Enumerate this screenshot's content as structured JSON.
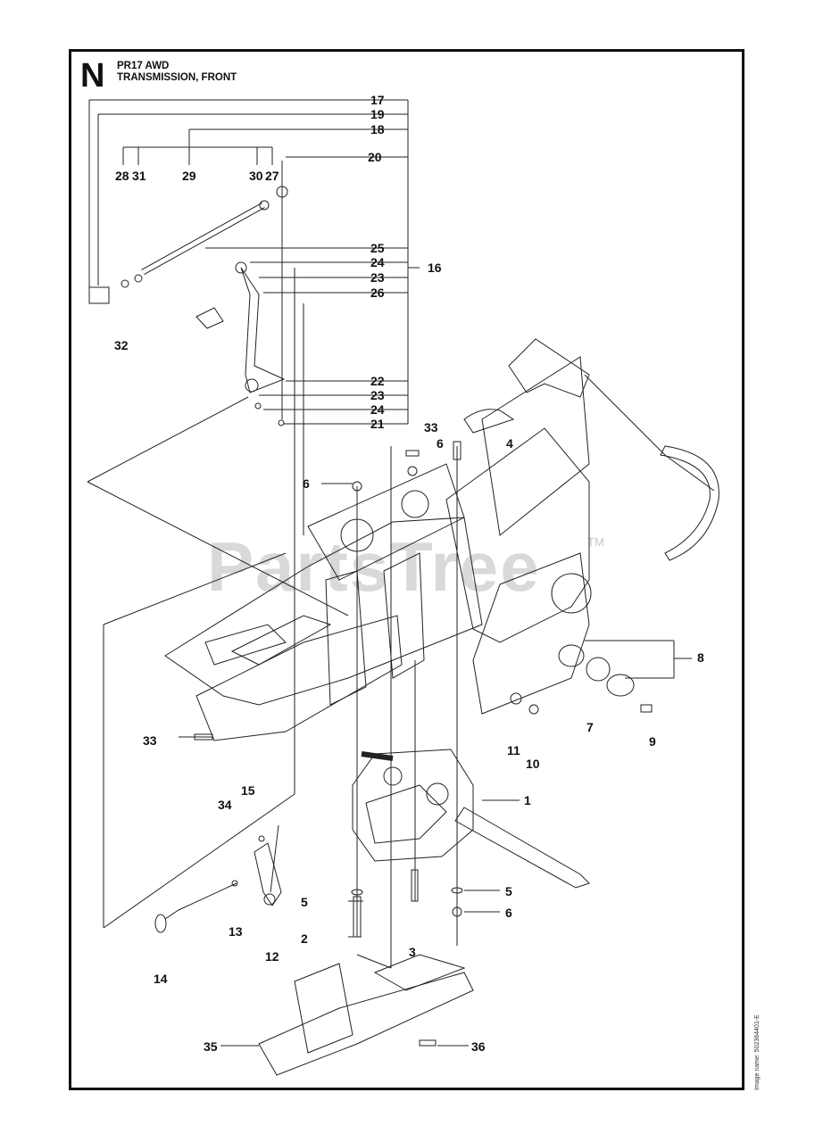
{
  "header": {
    "section_letter": "N",
    "model": "PR17 AWD",
    "subtitle": "TRANSMISSION, FRONT"
  },
  "watermark": {
    "text": "PartsTree",
    "trademark": "TM"
  },
  "image_name": "Image name: 502364401-E",
  "callouts": {
    "c1": "1",
    "c2": "2",
    "c3": "3",
    "c4": "4",
    "c5a": "5",
    "c5b": "5",
    "c6a": "6",
    "c6b": "6",
    "c6c": "6",
    "c7": "7",
    "c8": "8",
    "c9": "9",
    "c10": "10",
    "c11": "11",
    "c12": "12",
    "c13": "13",
    "c14": "14",
    "c15": "15",
    "c16": "16",
    "c17": "17",
    "c18": "18",
    "c19": "19",
    "c20": "20",
    "c21": "21",
    "c22": "22",
    "c23a": "23",
    "c23b": "23",
    "c24a": "24",
    "c24b": "24",
    "c25": "25",
    "c26": "26",
    "c27": "27",
    "c28": "28",
    "c29": "29",
    "c30": "30",
    "c31": "31",
    "c32": "32",
    "c33a": "33",
    "c33b": "33",
    "c34": "34",
    "c35": "35",
    "c36": "36"
  }
}
